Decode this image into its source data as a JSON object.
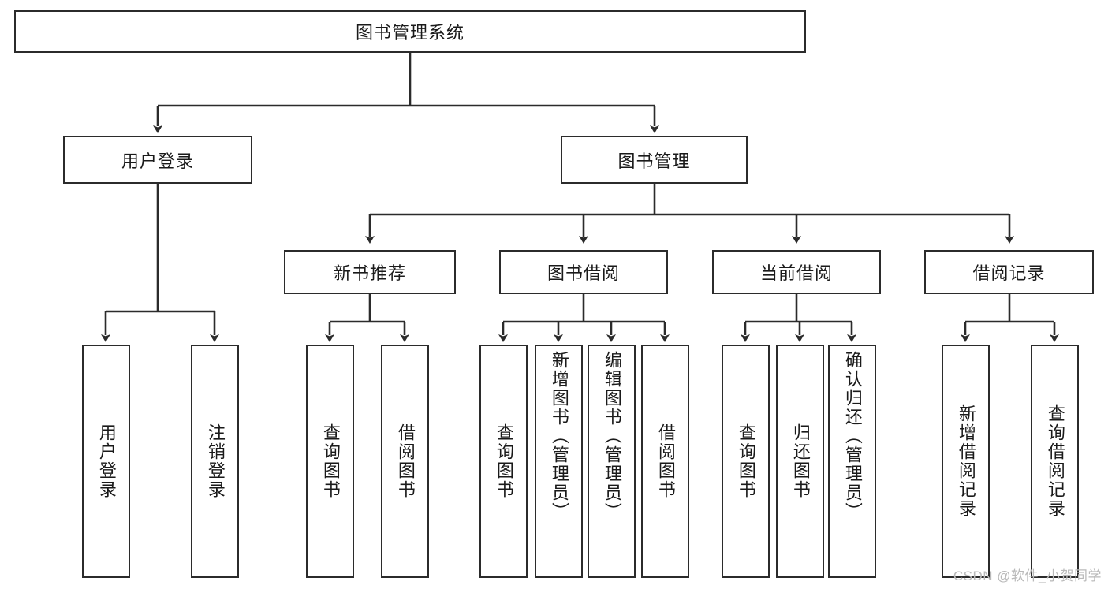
{
  "diagram": {
    "type": "tree-hierarchy",
    "title": "图书管理系统",
    "watermark": "CSDN @软件_小贺同学",
    "colors": {
      "stroke": "#2b2b2b",
      "fill": "#ffffff",
      "text": "#1a1a1a",
      "watermark": "#b9b9b9"
    },
    "root": {
      "label": "图书管理系统",
      "orientation": "horizontal"
    },
    "level2": [
      {
        "label": "用户登录",
        "orientation": "horizontal"
      },
      {
        "label": "图书管理",
        "orientation": "horizontal"
      }
    ],
    "level3": [
      {
        "label": "新书推荐",
        "orientation": "horizontal"
      },
      {
        "label": "图书借阅",
        "orientation": "horizontal"
      },
      {
        "label": "当前借阅",
        "orientation": "horizontal"
      },
      {
        "label": "借阅记录",
        "orientation": "horizontal"
      }
    ],
    "leaves": {
      "user_login": [
        {
          "label": "用户登录",
          "orientation": "vertical"
        },
        {
          "label": "注销登录",
          "orientation": "vertical"
        }
      ],
      "new_book_recommend": [
        {
          "label": "查询图书",
          "orientation": "vertical"
        },
        {
          "label": "借阅图书",
          "orientation": "vertical"
        }
      ],
      "book_borrow": [
        {
          "label": "查询图书",
          "orientation": "vertical"
        },
        {
          "label": "新增图书（管理员）",
          "orientation": "vertical"
        },
        {
          "label": "编辑图书（管理员）",
          "orientation": "vertical"
        },
        {
          "label": "借阅图书",
          "orientation": "vertical"
        }
      ],
      "current_borrow": [
        {
          "label": "查询图书",
          "orientation": "vertical"
        },
        {
          "label": "归还图书",
          "orientation": "vertical"
        },
        {
          "label": "确认归还（管理员）",
          "orientation": "vertical"
        }
      ],
      "borrow_record": [
        {
          "label": "新增借阅记录",
          "orientation": "vertical"
        },
        {
          "label": "查询借阅记录",
          "orientation": "vertical"
        }
      ]
    }
  }
}
